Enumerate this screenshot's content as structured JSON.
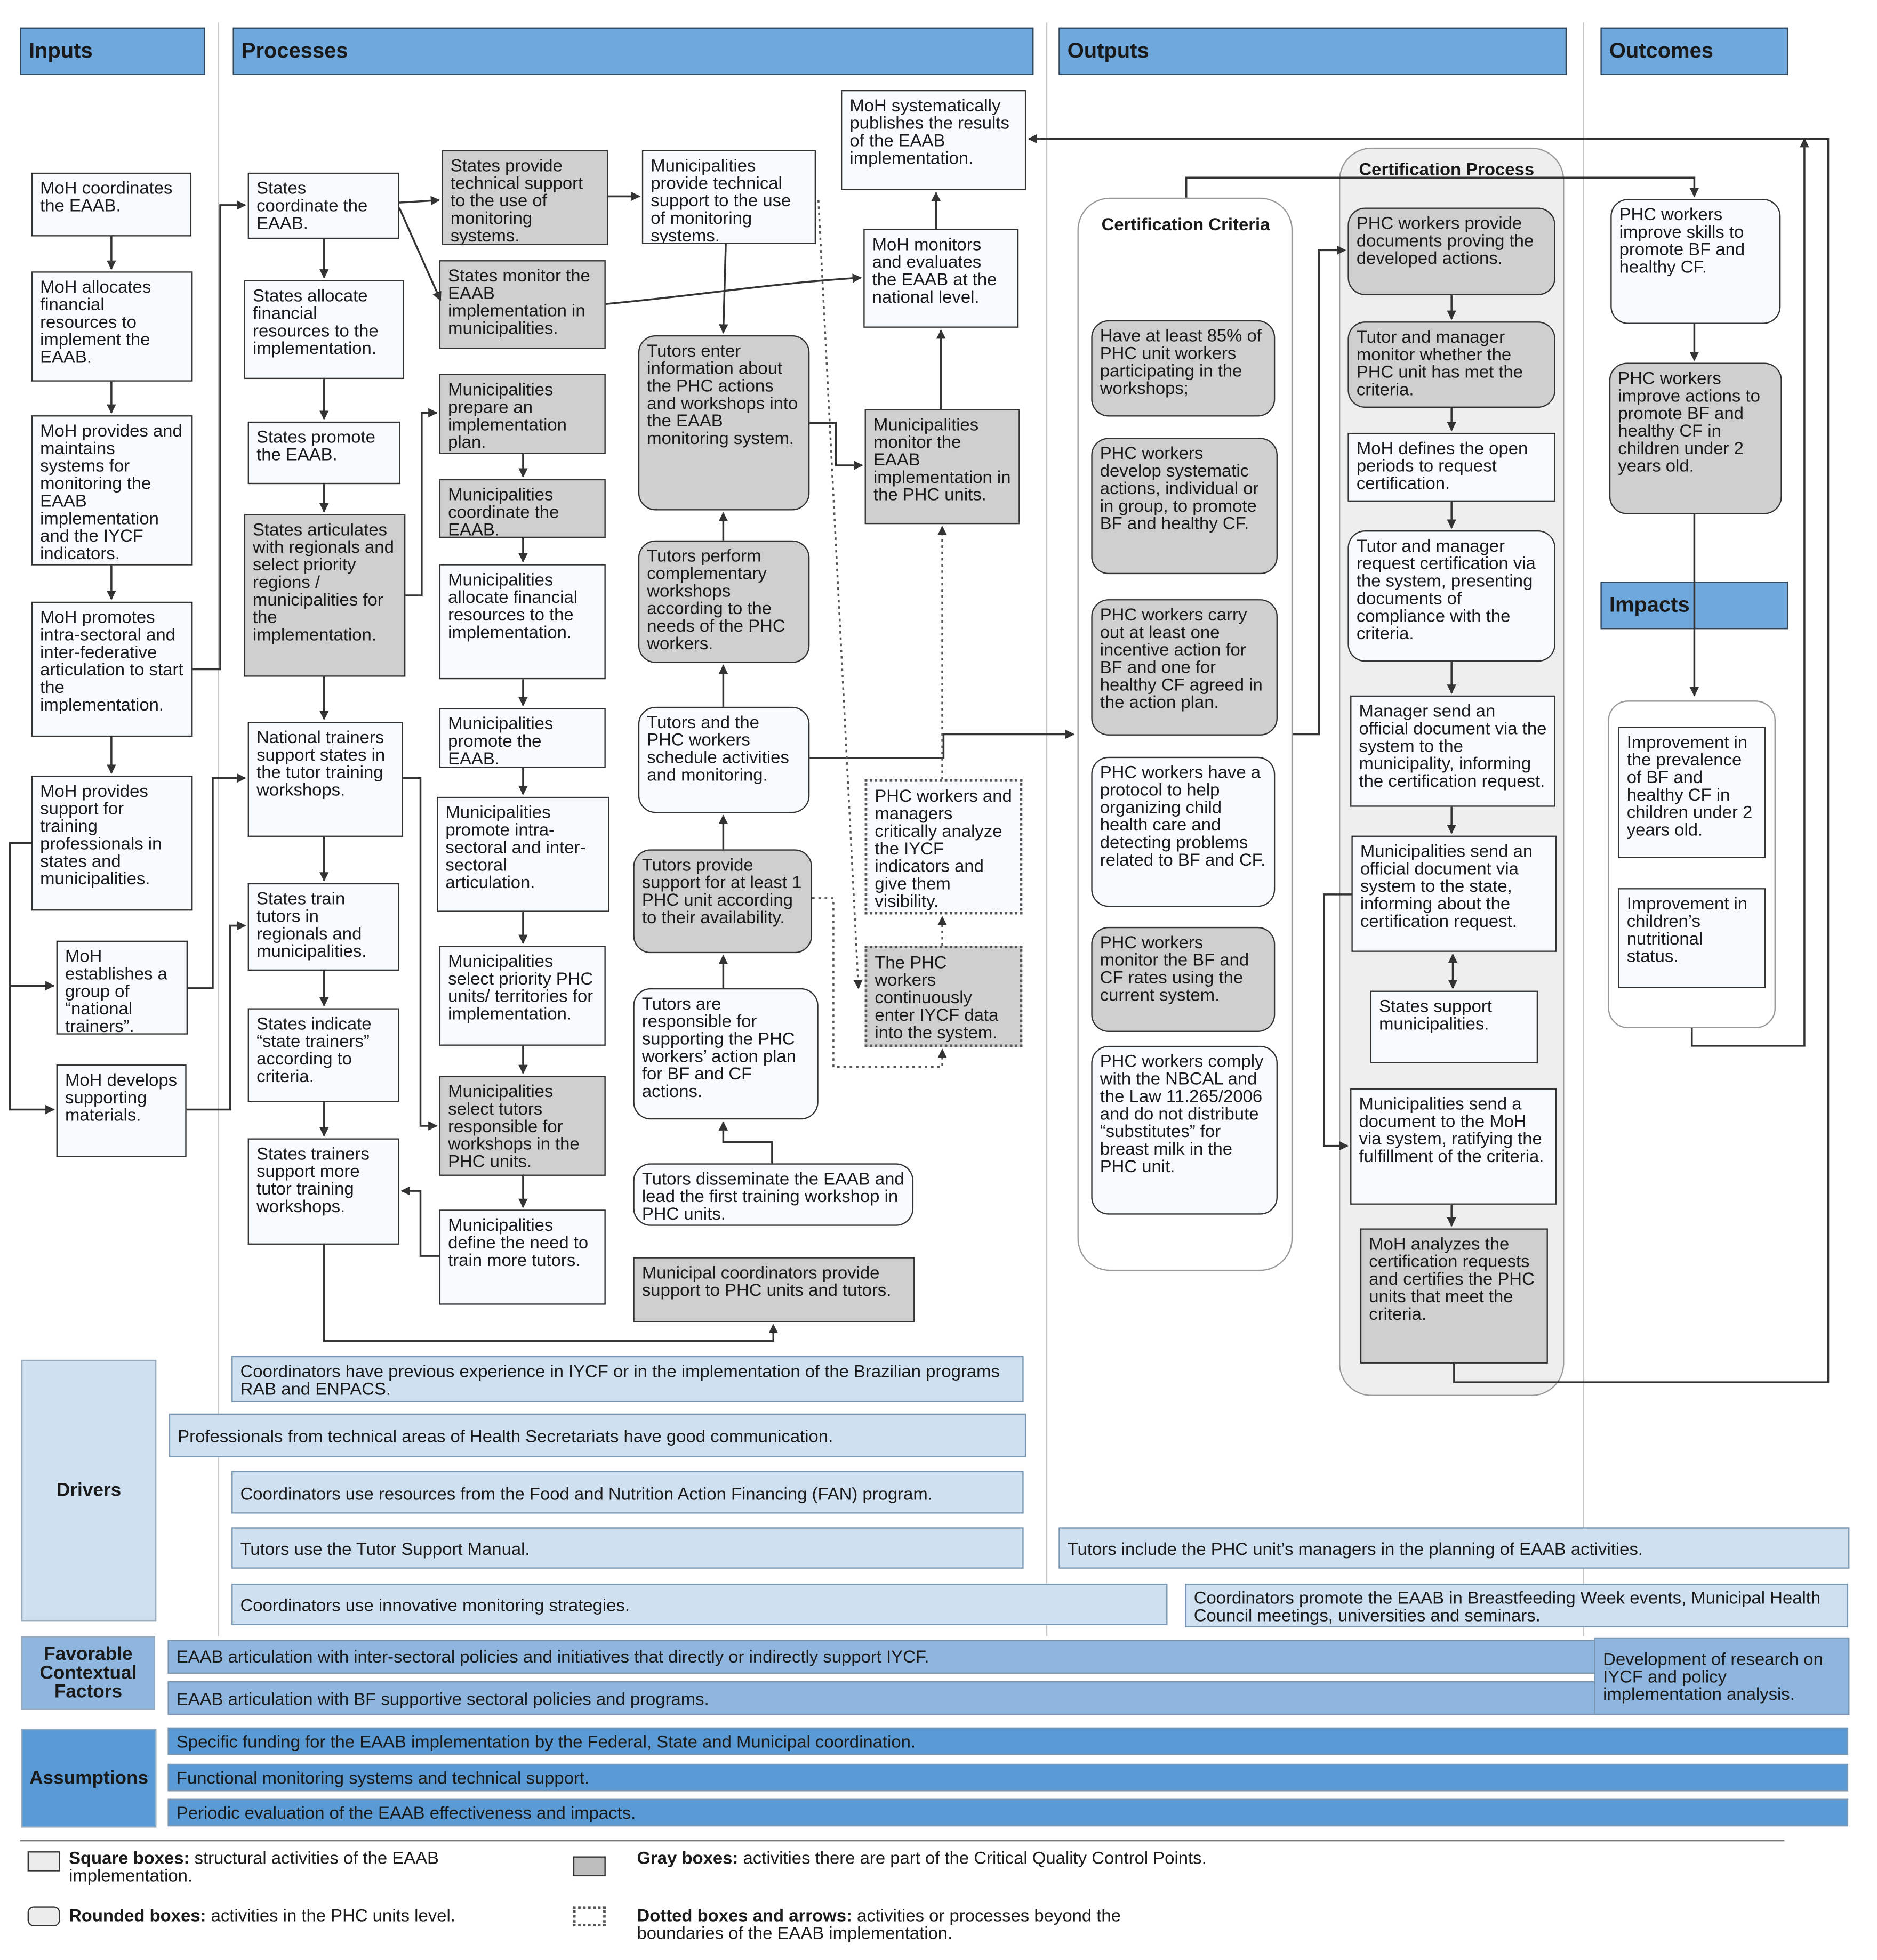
{
  "headers": {
    "inputs": "Inputs",
    "processes": "Processes",
    "outputs": "Outputs",
    "outcomes": "Outcomes",
    "impacts": "Impacts"
  },
  "inputs": [
    "MoH coordinates the EAAB.",
    "MoH allocates financial resources to implement the EAAB.",
    "MoH provides and maintains systems for monitoring the EAAB implementation and the IYCF indicators.",
    "MoH promotes intra-sectoral and inter-federative articulation to start the implementation.",
    "MoH provides support for training professionals in states and municipalities.",
    "MoH establishes a group of “national trainers”.",
    "MoH develops supporting materials."
  ],
  "states": [
    "States coordinate the EAAB.",
    "States allocate financial resources to the implementation.",
    "States promote the EAAB.",
    "States articulates with regionals and select priority regions / municipalities for the implementation.",
    "National trainers support states in the tutor training workshops.",
    "States train tutors in regionals and municipalities.",
    "States indicate “state trainers” according to criteria.",
    "States trainers support more tutor training workshops."
  ],
  "states_support": [
    "States provide technical support to the use of monitoring systems.",
    "States monitor the EAAB implementation in municipalities."
  ],
  "municipalities": [
    "Municipalities prepare an implementation plan.",
    "Municipalities coordinate the EAAB.",
    "Municipalities allocate financial resources to the implementation.",
    "Municipalities promote the EAAB.",
    "Municipalities promote intra-sectoral and inter-sectoral articulation.",
    "Municipalities select priority PHC units/ territories for implementation.",
    "Municipalities select tutors responsible for workshops in the PHC units.",
    "Municipalities define the need to train more tutors."
  ],
  "tutors": [
    "Municipalities provide technical support to the use of monitoring systems.",
    "Tutors enter information about the PHC actions and workshops into the EAAB monitoring system.",
    "Tutors perform complementary workshops according to the needs of the PHC workers.",
    "Tutors and the PHC workers schedule activities and monitoring.",
    "Tutors provide support for at least 1 PHC unit according to their availability.",
    "Tutors are responsible for supporting the PHC workers’ action plan for BF and CF actions.",
    "Tutors disseminate the EAAB and lead the first training workshop in PHC units.",
    "Municipal coordinators provide support to PHC units and tutors."
  ],
  "monitoring": [
    "MoH systematically publishes the results of the EAAB implementation.",
    "MoH monitors and evaluates the EAAB at the national level.",
    "Municipalities monitor the EAAB implementation in the PHC units.",
    "PHC workers and managers critically analyze the IYCF indicators and give them visibility.",
    "The PHC workers continuously enter IYCF data into the system."
  ],
  "criteria": {
    "title": "Certification Criteria",
    "items": [
      "Have at least 85% of PHC unit workers participating in the workshops;",
      "PHC workers develop systematic actions, individual or in group, to promote BF and healthy CF.",
      "PHC workers carry out at least one incentive action for BF and one for healthy CF agreed in the action plan.",
      "PHC workers have a protocol to help organizing child health care and detecting problems related to BF and CF.",
      "PHC workers monitor the BF and CF rates using the current system.",
      "PHC workers comply with the NBCAL and the Law 11.265/2006 and do not distribute “substitutes” for breast milk in the PHC unit."
    ]
  },
  "certification": {
    "title": "Certification Process",
    "items": [
      "PHC workers provide documents proving the developed actions.",
      "Tutor and manager monitor whether the PHC unit has met the criteria.",
      "MoH defines the open periods to request certification.",
      "Tutor and manager request certification via the system, presenting documents of compliance with the criteria.",
      "Manager send an official document via the system to the municipality, informing the certification request.",
      "Municipalities send an official document via system to the state, informing about the certification request.",
      "States support municipalities.",
      "Municipalities send a document to the MoH via system, ratifying the fulfillment of the criteria.",
      "MoH analyzes the certification requests and certifies the PHC units that meet the criteria."
    ]
  },
  "outcomes": [
    "PHC workers improve skills to promote BF and healthy CF.",
    "PHC workers improve actions to promote BF and healthy CF in children under 2 years old."
  ],
  "impacts": [
    "Improvement in the prevalence of BF and healthy CF in children under 2 years old.",
    "Improvement in children’s nutritional status."
  ],
  "drivers": {
    "label": "Drivers",
    "items": [
      "Coordinators have previous experience in IYCF or in the implementation of the Brazilian programs RAB and ENPACS.",
      "Professionals from technical areas of Health Secretariats have good communication.",
      "Coordinators use resources from the Food and Nutrition Action Financing (FAN) program.",
      "Tutors use the Tutor Support Manual.",
      "Tutors include the PHC unit’s managers in the planning of EAAB activities.",
      "Coordinators use innovative monitoring strategies.",
      "Coordinators promote the EAAB in Breastfeeding Week events, Municipal Health Council meetings, universities and seminars."
    ]
  },
  "contextual": {
    "label": "Favorable Contextual Factors",
    "items": [
      "EAAB articulation with inter-sectoral policies and initiatives that directly or indirectly support IYCF.",
      "EAAB articulation with BF supportive sectoral policies and programs.",
      "Development of research on IYCF and policy implementation analysis."
    ]
  },
  "assumptions": {
    "label": "Assumptions",
    "items": [
      "Specific funding for the EAAB implementation by the Federal, State and Municipal coordination.",
      "Functional monitoring systems and technical support.",
      "Periodic evaluation of the EAAB effectiveness and impacts."
    ]
  },
  "legend": [
    {
      "bold": "Square boxes:",
      "text": " structural activities of the EAAB implementation."
    },
    {
      "bold": "Gray boxes:",
      "text": " activities there are part of the Critical Quality  Control Points."
    },
    {
      "bold": "Rounded boxes:",
      "text": " activities in the PHC units level."
    },
    {
      "bold": "Dotted boxes and arrows:",
      "text": " activities or processes beyond the boundaries of the EAAB implementation."
    }
  ],
  "colors": {
    "header": "#6fa8dc",
    "gray_box": "#cfcfcf",
    "light_box": "#f7fbfe",
    "driver_band": "#cfe0f1",
    "context_band": "#8fb6df",
    "assumption_band": "#5b9bd5"
  }
}
